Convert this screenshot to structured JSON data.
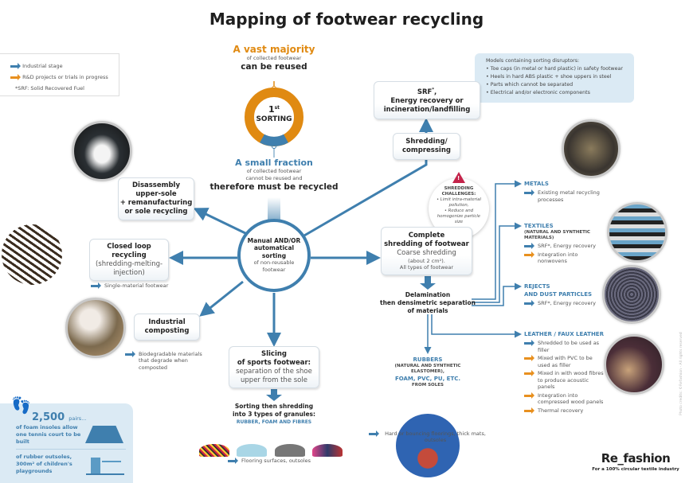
{
  "title": "Mapping of footwear recycling",
  "colors": {
    "industrial": "#3f7fae",
    "rnd": "#e8901f",
    "reuse": "#e08a12",
    "light_panel": "#dbeaf4"
  },
  "legend": {
    "industrial": "Industrial stage",
    "rnd": "R&D projects or trials in progress",
    "srf_note": "*SRF: Solid Recovered Fuel"
  },
  "reuse": {
    "headline": "A vast majority",
    "line": "of collected footwear",
    "bold": "can be reused"
  },
  "sorting_ring": {
    "ordinal": "1",
    "sup": "st",
    "label": "SORTING",
    "reuse_share_visual": 0.83
  },
  "recycle": {
    "headline": "A small fraction",
    "line1": "of collected footwear",
    "line2": "cannot be reused and",
    "bold": "therefore must be recycled"
  },
  "center": {
    "bold": "Manual AND/OR automatical sorting",
    "normal": "of non-reusable footwear"
  },
  "disassembly": {
    "l1": "Disassembly",
    "l2": "upper-sole",
    "l3": "+ remanufacturing",
    "l4": "or sole recycling"
  },
  "closed_loop": {
    "l1": "Closed loop",
    "l2": "recycling",
    "n": "(shredding-melting-injection)",
    "outlet": "Single-material footwear"
  },
  "composting": {
    "l1": "Industrial",
    "l2": "composting",
    "outlet": "Biodegradable materials that degrade when composted"
  },
  "slicing": {
    "l1": "Slicing",
    "l2": "of sports footwear:",
    "n": "separation of the shoe upper from the sole"
  },
  "granules": {
    "l1": "Sorting then shredding",
    "l2": "into 3 types of granules:",
    "types": "RUBBER, FOAM AND FIBRES",
    "outlet": "Flooring surfaces, outsoles"
  },
  "stats": {
    "number": "2,500",
    "unit": "pairs...",
    "foam": "of foam insoles allow one tennis court to be built",
    "rubber": "of rubber outsoles, 300m² of children's playgrounds"
  },
  "srf": {
    "l1": "SRF",
    "sup": "*",
    "l2": "Energy recovery or",
    "l3": "incineration/landfilling"
  },
  "shredding_compress": {
    "l1": "Shredding/",
    "l2": "compressing"
  },
  "disruptors": {
    "title": "Models containing sorting disruptors:",
    "items": [
      "Toe caps (in metal or hard plastic) in safety footwear",
      "Heels in hard ABS plastic + shoe uppers in steel",
      "Parts which cannot be separated",
      "Electrical and/or electronic components"
    ]
  },
  "challenges": {
    "title": "SHREDDING CHALLENGES:",
    "i1": "• Limit intra-material pollution,",
    "i2": "• Reduce and homogenize particle size"
  },
  "complete": {
    "l1": "Complete",
    "l2": "shredding of footwear",
    "n1": "Coarse shredding",
    "n2": "(about 2 cm²).",
    "n3": "All types of footwear"
  },
  "delamination": {
    "l1": "Delamination",
    "l2": "then densimetric separation",
    "l3": "of materials"
  },
  "metals": {
    "title": "METALS",
    "outlets": [
      "Existing metal recycling processes"
    ]
  },
  "textiles": {
    "title": "TEXTILES",
    "sub": "(NATURAL AND SYNTHETIC MATERIALS)",
    "outlets": [
      {
        "text": "SRF*, Energy recovery",
        "type": "industrial"
      },
      {
        "text": "Integration into nonwovens",
        "type": "rnd"
      }
    ]
  },
  "rejects": {
    "title1": "REJECTS",
    "title2": "AND DUST PARTICLES",
    "outlets": [
      "SRF*, Energy recovery"
    ]
  },
  "leather": {
    "title": "LEATHER / FAUX LEATHER",
    "outlets": [
      {
        "text": "Shredded to be used as filler",
        "type": "industrial"
      },
      {
        "text": "Mixed with PVC to be used as filler",
        "type": "rnd"
      },
      {
        "text": "Mixed in with wood fibres to produce acoustic panels",
        "type": "rnd"
      },
      {
        "text": "Integration into compressed wood panels",
        "type": "rnd"
      },
      {
        "text": "Thermal recovery",
        "type": "rnd"
      }
    ]
  },
  "rubbers": {
    "t1": "RUBBERS",
    "s1": "(NATURAL AND SYNTHETIC ELASTOMER),",
    "t2": "FOAM, PVC, PU, ETC.",
    "s2": "FROM SOLES",
    "outlet": "Hard or bouncing floorings, thick mats, outsoles"
  },
  "credits": "Photo credits: ©Refashion - All rights reserved",
  "brand": {
    "logo": "Re_fashion",
    "tagline": "For a 100% circular textile industry"
  }
}
